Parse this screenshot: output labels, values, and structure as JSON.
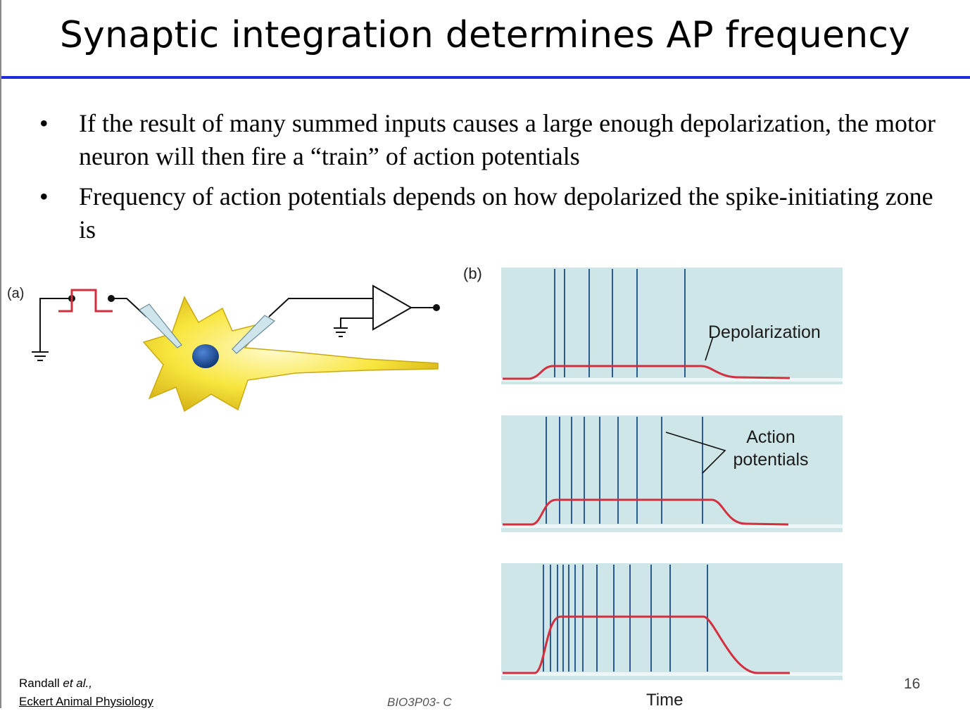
{
  "slide": {
    "title": "Synaptic integration determines AP frequency",
    "bullets": [
      "If the result of many summed inputs causes a large enough depolarization, the motor neuron will then fire a “train” of action potentials",
      "Frequency of action potentials depends on how depolarized the spike-initiating zone is"
    ],
    "page_number": "16",
    "course_code": "BIO3P03- C"
  },
  "figure": {
    "panel_a_label": "(a)",
    "panel_b_label": "(b)",
    "depolarization_label": "Depolarization",
    "action_label_line1": "Action",
    "action_label_line2": "potentials",
    "x_axis_label": "Time",
    "colors": {
      "panel_bg": "#cfe6e9",
      "spike": "#2a5a90",
      "trace": "#d32f3f",
      "cell": "#f7e13a",
      "nucleus": "#1e4f9c"
    },
    "traces": [
      {
        "depolarization_level": "low",
        "spike_count": 6
      },
      {
        "depolarization_level": "medium",
        "spike_count": 9
      },
      {
        "depolarization_level": "high",
        "spike_count": 13
      }
    ]
  },
  "credit": {
    "authors": "Randall",
    "et_al": "et al.,",
    "book": "Eckert Animal Physiology"
  }
}
